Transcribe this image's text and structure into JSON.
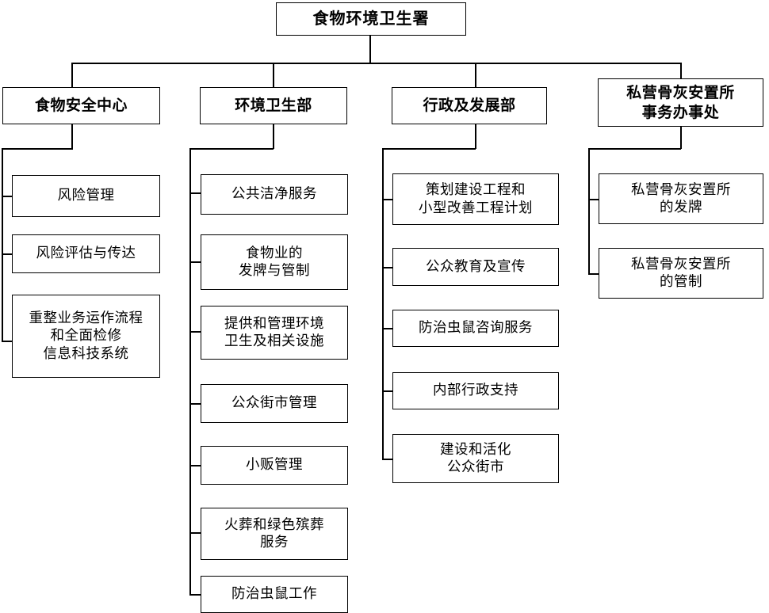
{
  "diagram": {
    "type": "organization-chart",
    "language": "zh-CN",
    "colors": {
      "background": "#ffffff",
      "box_border": "#000000",
      "connector": "#000000",
      "text": "#000000"
    },
    "root": {
      "label": "食物环境卫生署"
    },
    "divisions": [
      {
        "label": "食物安全中心"
      },
      {
        "label": "环境卫生部"
      },
      {
        "label": "行政及发展部"
      },
      {
        "label": "私营骨灰安置所\n事务办事处"
      }
    ],
    "columns": [
      {
        "parent": "食物安全中心",
        "items": [
          {
            "label": "风险管理"
          },
          {
            "label": "风险评估与传达"
          },
          {
            "label": "重整业务运作流程\n和全面检修\n信息科技系统"
          }
        ]
      },
      {
        "parent": "环境卫生部",
        "items": [
          {
            "label": "公共洁净服务"
          },
          {
            "label": "食物业的\n发牌与管制"
          },
          {
            "label": "提供和管理环境\n卫生及相关设施"
          },
          {
            "label": "公众街市管理"
          },
          {
            "label": "小贩管理"
          },
          {
            "label": "火葬和绿色殡葬\n服务"
          },
          {
            "label": "防治虫鼠工作"
          }
        ]
      },
      {
        "parent": "行政及发展部",
        "items": [
          {
            "label": "策划建设工程和\n小型改善工程计划"
          },
          {
            "label": "公众教育及宣传"
          },
          {
            "label": "防治虫鼠咨询服务"
          },
          {
            "label": "内部行政支持"
          },
          {
            "label": "建设和活化\n公众街市"
          }
        ]
      },
      {
        "parent": "私营骨灰安置所事务办事处",
        "items": [
          {
            "label": "私营骨灰安置所\n的发牌"
          },
          {
            "label": "私营骨灰安置所\n的管制"
          }
        ]
      }
    ]
  }
}
